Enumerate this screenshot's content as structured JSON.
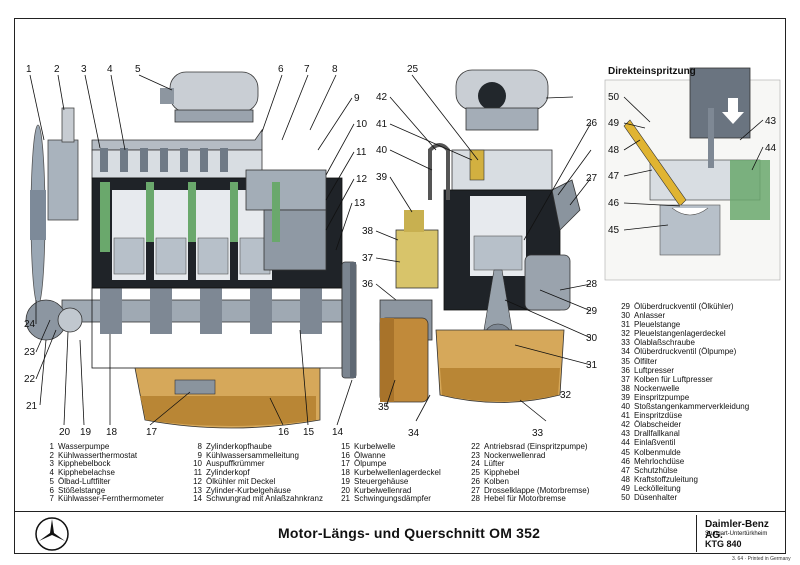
{
  "title": "Motor-Längs- und Querschnitt OM 352",
  "inset_title": "Direkteinspritzung",
  "maker": "Daimler-Benz AG.",
  "maker_city": "Stuttgart-Untertürkheim",
  "code": "KTG 840",
  "print_note": "3. 64 · Printed in Germany",
  "callouts": [
    "1",
    "2",
    "3",
    "4",
    "5",
    "6",
    "7",
    "8",
    "9",
    "10",
    "11",
    "12",
    "13",
    "14",
    "15",
    "16",
    "17",
    "18",
    "19",
    "20",
    "21",
    "22",
    "23",
    "24",
    "25",
    "26",
    "27",
    "28",
    "29",
    "30",
    "31",
    "32",
    "33",
    "34",
    "35",
    "36",
    "37",
    "38",
    "39",
    "40",
    "41",
    "42",
    "43",
    "44",
    "45",
    "46",
    "47",
    "48",
    "49",
    "50"
  ],
  "legend": [
    {
      "n": "1",
      "t": "Wasserpumpe"
    },
    {
      "n": "2",
      "t": "Kühlwasserthermostat"
    },
    {
      "n": "3",
      "t": "Kipphebelbock"
    },
    {
      "n": "4",
      "t": "Kipphebelachse"
    },
    {
      "n": "5",
      "t": "Ölbad-Luftfilter"
    },
    {
      "n": "6",
      "t": "Stößelstange"
    },
    {
      "n": "7",
      "t": "Kühlwasser-Fernthermometer"
    },
    {
      "n": "8",
      "t": "Zylinderkopfhaube"
    },
    {
      "n": "9",
      "t": "Kühlwassersammelleitung"
    },
    {
      "n": "10",
      "t": "Auspuffkrümmer"
    },
    {
      "n": "11",
      "t": "Zylinderkopf"
    },
    {
      "n": "12",
      "t": "Ölkühler mit Deckel"
    },
    {
      "n": "13",
      "t": "Zylinder-Kurbelgehäuse"
    },
    {
      "n": "14",
      "t": "Schwungrad mit Anlaßzahnkranz"
    },
    {
      "n": "15",
      "t": "Kurbelwelle"
    },
    {
      "n": "16",
      "t": "Ölwanne"
    },
    {
      "n": "17",
      "t": "Ölpumpe"
    },
    {
      "n": "18",
      "t": "Kurbelwellenlagerdeckel"
    },
    {
      "n": "19",
      "t": "Steuergehäuse"
    },
    {
      "n": "20",
      "t": "Kurbelwellenrad"
    },
    {
      "n": "21",
      "t": "Schwingungsdämpfer"
    },
    {
      "n": "22",
      "t": "Antriebsrad (Einspritzpumpe)"
    },
    {
      "n": "23",
      "t": "Nockenwellenrad"
    },
    {
      "n": "24",
      "t": "Lüfter"
    },
    {
      "n": "25",
      "t": "Kipphebel"
    },
    {
      "n": "26",
      "t": "Kolben"
    },
    {
      "n": "27",
      "t": "Drosselklappe (Motorbremse)"
    },
    {
      "n": "28",
      "t": "Hebel für Motorbremse"
    },
    {
      "n": "29",
      "t": "Ölüberdruckventil (Ölkühler)"
    },
    {
      "n": "30",
      "t": "Anlasser"
    },
    {
      "n": "31",
      "t": "Pleuelstange"
    },
    {
      "n": "32",
      "t": "Pleuelstangenlagerdeckel"
    },
    {
      "n": "33",
      "t": "Ölablaßschraube"
    },
    {
      "n": "34",
      "t": "Ölüberdruckventil (Ölpumpe)"
    },
    {
      "n": "35",
      "t": "Ölfilter"
    },
    {
      "n": "36",
      "t": "Luftpresser"
    },
    {
      "n": "37",
      "t": "Kolben für Luftpresser"
    },
    {
      "n": "38",
      "t": "Nockenwelle"
    },
    {
      "n": "39",
      "t": "Einspritzpumpe"
    },
    {
      "n": "40",
      "t": "Stoßstangenkammerverkleidung"
    },
    {
      "n": "41",
      "t": "Einspritzdüse"
    },
    {
      "n": "42",
      "t": "Ölabscheider"
    },
    {
      "n": "43",
      "t": "Drallfallkanal"
    },
    {
      "n": "44",
      "t": "Einlaßventil"
    },
    {
      "n": "45",
      "t": "Kolbenmulde"
    },
    {
      "n": "46",
      "t": "Mehrlochdüse"
    },
    {
      "n": "47",
      "t": "Schutzhülse"
    },
    {
      "n": "48",
      "t": "Kraftstoffzuleitung"
    },
    {
      "n": "49",
      "t": "Leckölleitung"
    },
    {
      "n": "50",
      "t": "Düsenhalter"
    }
  ]
}
